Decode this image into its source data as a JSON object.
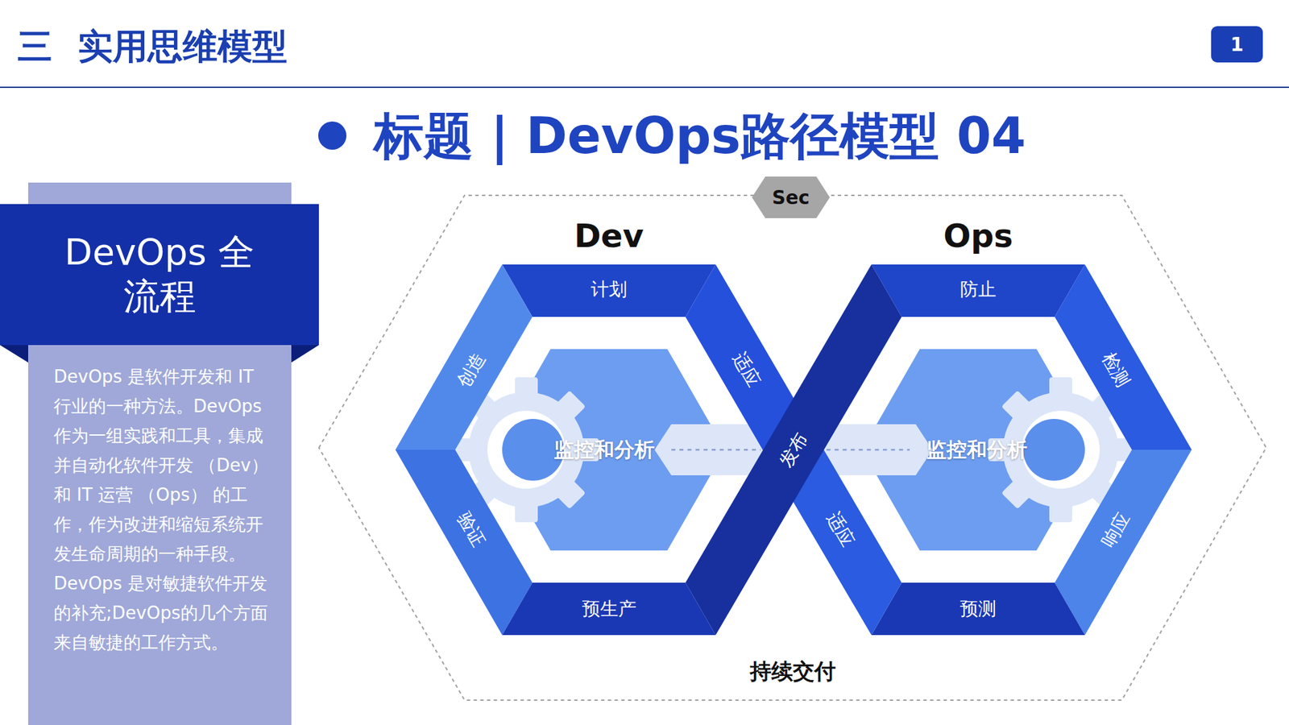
{
  "diagram": {
    "title": "标题 | DevOps路径模型 04",
    "nodes": [
      {
        "text": [
          "1"
        ]
      },
      {
        "text": [
          "DevOps 全流程"
        ]
      },
      {
        "text": [
          "DevOps 是软件开发和 IT 行业的一种方法。DevOps 作为一组实践和工具，集成并自动化软件开发 （Dev） 和 IT 运营 （Ops） 的工作，作为改进和缩短系统开发生命周期的一种手段。DevOps 是对敏捷软件开发的补充;DevOps的几个方面来自敏捷的工作方式。"
        ]
      },
      {
        "text": [
          "Sec"
        ]
      },
      {
        "text": [
          "持续交付"
        ]
      },
      {
        "text": [
          "Dev"
        ],
        "in": 4
      },
      {
        "text": [
          "计划"
        ],
        "in": 5
      },
      {
        "text": [
          "创造"
        ],
        "in": 5
      },
      {
        "text": [
          "适应"
        ],
        "in": 5
      },
      {
        "text": [
          "监控和分析"
        ],
        "in": 5
      },
      {
        "text": [
          "验证"
        ],
        "in": 5
      },
      {
        "text": [
          "预生产"
        ],
        "in": 5
      },
      {
        "text": [
          "发布"
        ],
        "in": 4
      },
      {
        "text": [
          "Ops"
        ],
        "in": 4
      },
      {
        "text": [
          "防止"
        ],
        "in": 13
      },
      {
        "text": [
          "检测"
        ],
        "in": 13
      },
      {
        "text": [
          "监控和分析"
        ],
        "in": 13
      },
      {
        "text": [
          "适应"
        ],
        "in": 13
      },
      {
        "text": [
          "响应"
        ],
        "in": 13
      },
      {
        "text": [
          "预测"
        ],
        "in": 13
      }
    ],
    "edges": [
      {
        "from": 9,
        "to": 12,
        "arrow": "none"
      },
      {
        "from": 12,
        "to": 16,
        "arrow": "none"
      }
    ],
    "labels": [
      "三",
      "实用思维模型"
    ]
  }
}
